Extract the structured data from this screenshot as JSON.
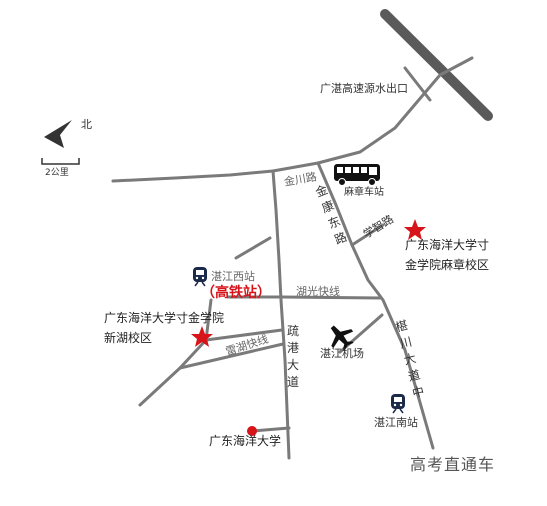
{
  "compass": {
    "label": "北",
    "icon": "north-arrow-icon"
  },
  "scale": {
    "label": "2公里"
  },
  "places": {
    "expressway_exit": "广湛高速源水出口",
    "jinchuan_road": "金川路",
    "jinkang_east_road": "金康东路",
    "mazhang_bus_station": "麻章车站",
    "xuezhi_road": "学智路",
    "campus_mazhang": [
      "广东海洋大学寸",
      "金学院麻章校区"
    ],
    "zhanjiang_west_station": "湛江西站",
    "high_speed_rail_station": "（高铁站）",
    "huguang_expressway": "湖光快线",
    "campus_xinhu": [
      "广东海洋大学寸金学院",
      "新湖校区"
    ],
    "leihu_expressway": "雷湖快线",
    "shugang_avenue": "疏港大道",
    "zhanjiang_airport": "湛江机场",
    "lingchuan_avenue_middle": "椹川大道中",
    "zhanjiang_south_station": "湛江南站",
    "guangdong_ocean_university": "广东海洋大学"
  },
  "colors": {
    "road": "#7a7a7a",
    "expressway": "#555555",
    "star": "#d7141a",
    "text": "#333333"
  },
  "watermark": "高考直通车"
}
